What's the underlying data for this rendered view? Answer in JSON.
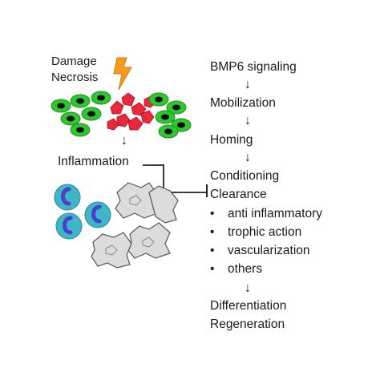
{
  "left": {
    "damage_label": "Damage",
    "necrosis_label": "Necrosis",
    "inflammation_label": "Inflammation"
  },
  "right": {
    "steps": [
      "BMP6 signaling",
      "Mobilization",
      "Homing",
      "Conditioning",
      "Clearance"
    ],
    "bullets": [
      "anti inflammatory",
      "trophic action",
      "vascularization",
      "others"
    ],
    "final_steps": [
      "Differentiation",
      "Regeneration"
    ]
  },
  "icons": {
    "damage": "lightning-bolt-icon",
    "arrow": "down-arrow-icon",
    "inhibition": "inhibition-bar-icon"
  },
  "colors": {
    "healthy_cell": "#2fc62f",
    "necrotic_cell": "#e8283b",
    "lightning": "#f59a1c",
    "immune_cell": "#3fb5c8",
    "immune_nucleus": "#4a3fc7",
    "macrophage": "#dcdcdc"
  }
}
